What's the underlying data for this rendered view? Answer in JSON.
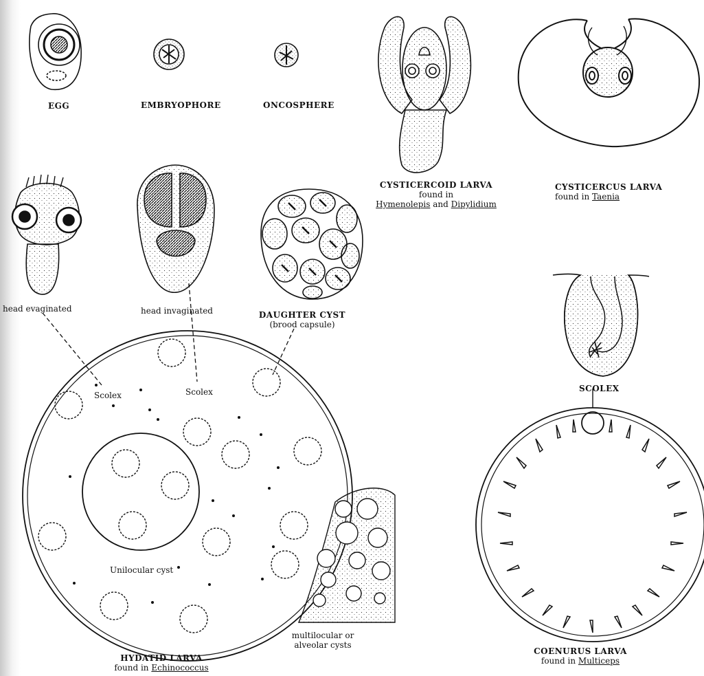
{
  "labels": {
    "egg": "EGG",
    "embryophore": "EMBRYOPHORE",
    "oncosphere": "ONCOSPHERE",
    "cysticercoid_title": "CYSTICERCOID LARVA",
    "cysticercoid_found": "found in",
    "cysticercoid_genus1": "Hymenolepis",
    "cysticercoid_and": "and",
    "cysticercoid_genus2": "Dipylidium",
    "cysticercus_title": "CYSTICERCUS LARVA",
    "cysticercus_found": "found in",
    "cysticercus_genus": "Taenia",
    "head_evaginated": "head evaginated",
    "head_invaginated": "head invaginated",
    "daughter_cyst": "DAUGHTER CYST",
    "brood_capsule": "(brood capsule)",
    "scolex_left": "Scolex",
    "scolex_mid": "Scolex",
    "scolex_right": "SCOLEX",
    "unilocular": "Unilocular cyst",
    "multilocular_line1": "multilocular or",
    "multilocular_line2": "alveolar cysts",
    "hydatid_title": "HYDATID LARVA",
    "hydatid_found": "found in",
    "hydatid_genus": "Echinococcus",
    "coenurus_title": "COENURUS LARVA",
    "coenurus_found": "found in",
    "coenurus_genus": "Multiceps"
  }
}
